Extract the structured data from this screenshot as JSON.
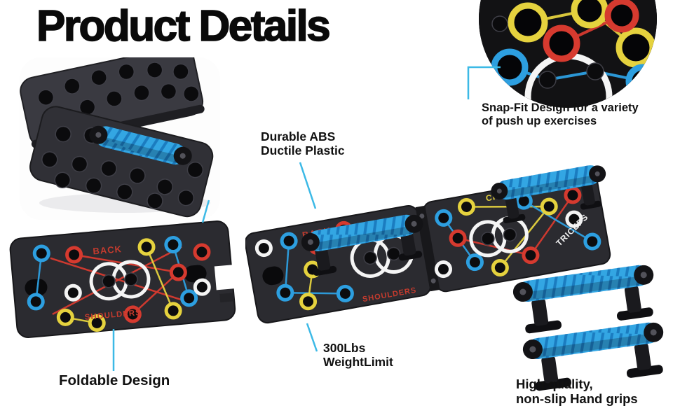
{
  "title": "Product Details",
  "callouts": {
    "snap_fit_line1": "Snap-Fit Design for a variety",
    "snap_fit_line2": "of push up exercises",
    "durable_line1": "Durable ABS",
    "durable_line2": "Ductile Plastic",
    "weight_line1": "300Lbs",
    "weight_line2": "WeightLimit",
    "foldable": "Foldable Design",
    "grips_line1": "High quality,",
    "grips_line2": "non-slip Hand grips"
  },
  "board_labels": {
    "main_back": "BACK",
    "main_chest": "CHEST",
    "main_shoulders": "SHOULDERS",
    "main_triceps": "TRICEPS",
    "flat_back": "BACK",
    "flat_shoulders": "SHOULDERS"
  },
  "colors": {
    "callout_line": "#3cb9e6",
    "label_text": "#111111",
    "board_dark": "#2b2b30",
    "ring_red": "#d63a2f",
    "ring_yellow": "#e5d23e",
    "ring_blue": "#2d9fe0",
    "ring_white": "#ffffff",
    "grip_blue": "#33a6e3",
    "board_text_red": "#c43b2e",
    "board_text_yellow": "#e5d23e",
    "board_text_white": "#f2f2f2"
  }
}
